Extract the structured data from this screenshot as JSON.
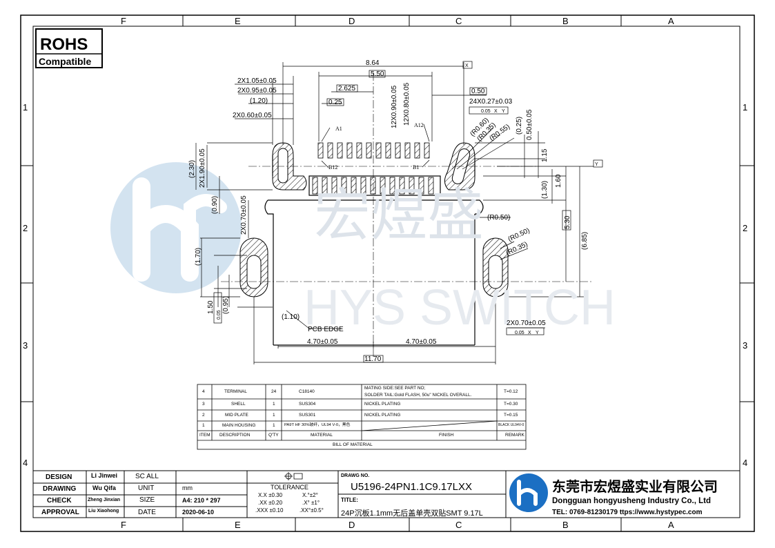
{
  "rohs": {
    "title": "ROHS",
    "subtitle": "Compatible"
  },
  "grid": {
    "cols": [
      "F",
      "E",
      "D",
      "C",
      "B",
      "A"
    ],
    "rows": [
      "1",
      "2",
      "3",
      "4"
    ]
  },
  "watermark": {
    "cn": "宏煜盛",
    "en": "HYS SWITCH"
  },
  "dims": {
    "d864": "8.64",
    "d550": "5.50",
    "d2625": "2.625",
    "d025": "0.25",
    "d050": "0.50",
    "d105": "2X1.05±0.05",
    "d095": "2X0.95±0.05",
    "d120": "(1.20)",
    "d060": "2X0.60±0.05",
    "d12x090": "12X0.90±0.05",
    "d12x080": "12X0.80±0.05",
    "d24x027": "24X0.27±0.03",
    "tol005": "0.05",
    "refX": "X",
    "refY": "Y",
    "r060": "(R0.60)",
    "r035a": "(R0.35)",
    "r055": "(R0.55)",
    "p025": "(0.25)",
    "d050v": "0.50±0.05",
    "d115": "1.15",
    "p130": "(1.30)",
    "d160": "1.60",
    "d530": "5.30",
    "p685": "(6.85)",
    "r050a": "(R0.50)",
    "r050b": "(R0.50)",
    "r035b": "(R0.35)",
    "p230": "(2.30)",
    "d190": "2X1.90±0.05",
    "p090": "(0.90)",
    "d070v": "2X0.70±0.05",
    "p170": "(1.70)",
    "d150": "1.50",
    "p095": "(0.95)",
    "p110": "(1.10)",
    "pcb": "PCB EDGE",
    "d470a": "4.70±0.05",
    "d470b": "4.70±0.05",
    "d1170": "11.70",
    "d070h": "2X0.70±0.05",
    "a1": "A1",
    "a12": "A12",
    "b12": "B12",
    "b1": "B1"
  },
  "bom": {
    "rows": [
      {
        "item": "4",
        "desc": "TERMINAL",
        "qty": "24",
        "material": "C18140",
        "finish1": "MATING SIDE:SEE PART  NO;",
        "finish2": "SOLDER TAIL:Gold FLASH, 50u\" NICKEL OVERALL.",
        "remark": "T=0.12"
      },
      {
        "item": "3",
        "desc": "SHELL",
        "qty": "1",
        "material": "SUS304",
        "finish1": "NICKEL PLATING",
        "finish2": "",
        "remark": "T=0.30"
      },
      {
        "item": "2",
        "desc": "MID PLATE",
        "qty": "1",
        "material": "SUS301",
        "finish1": "NICKEL PLATING",
        "finish2": "",
        "remark": "T=0.15"
      },
      {
        "item": "1",
        "desc": "MAIN HOUSING",
        "qty": "1",
        "material": "PA9T  HF 30%玻纤，UL94 V-0，黑色",
        "finish1": "",
        "finish2": "",
        "remark": "BLACK UL94V-0"
      }
    ],
    "headers": {
      "item": "ITEM",
      "desc": "DESCRIPTION",
      "qty": "Q'TY",
      "material": "MATERIAL",
      "finish": "FINISH",
      "remark": "REMARK"
    },
    "footer": "BILL OF MATERIAL"
  },
  "title_block": {
    "design_label": "DESIGN",
    "design_name": "Li Jinwei",
    "scale_label": "SC ALL",
    "drawing_label": "DRAWING",
    "drawing_name": "Wu Qifa",
    "unit_label": "UNIT",
    "unit_value": "mm",
    "check_label": "CHECK",
    "check_name": "Zheng Jinxian",
    "size_label": "SIZE",
    "size_value": "A4: 210 * 297",
    "approval_label": "APPROVAL",
    "approval_name": "Liu Xiaohong",
    "date_label": "DATE",
    "date_value": "2020-06-10",
    "tolerance_title": "TOLERANCE",
    "tol_x": "X.X  ±0.30",
    "tol_xx": ".XX  ±0.20",
    "tol_xxx": ".XXX  ±0.10",
    "tol_a1": "X.°±2°",
    "tol_a2": ".X° ±1°",
    "tol_a3": ".XX°±0.5°",
    "drawing_no_label": "DRAWG NO.",
    "drawing_no": "U5196-24PN1.1C9.17LXX",
    "title_label": "TITLE:",
    "title_value": "24P沉板1.1mm无后盖单壳双贴SMT 9.17L",
    "company_cn": "东莞市宏煜盛实业有限公司",
    "company_en": "Dongguan hongyusheng Industry Co., Ltd",
    "contact": "TEL: 0769-81230179  ttps://www.hystypec.com"
  },
  "colors": {
    "watermark": "#cfe0ef",
    "watermark_text": "#dde3ea",
    "logo_blue": "#1b6fc3"
  }
}
